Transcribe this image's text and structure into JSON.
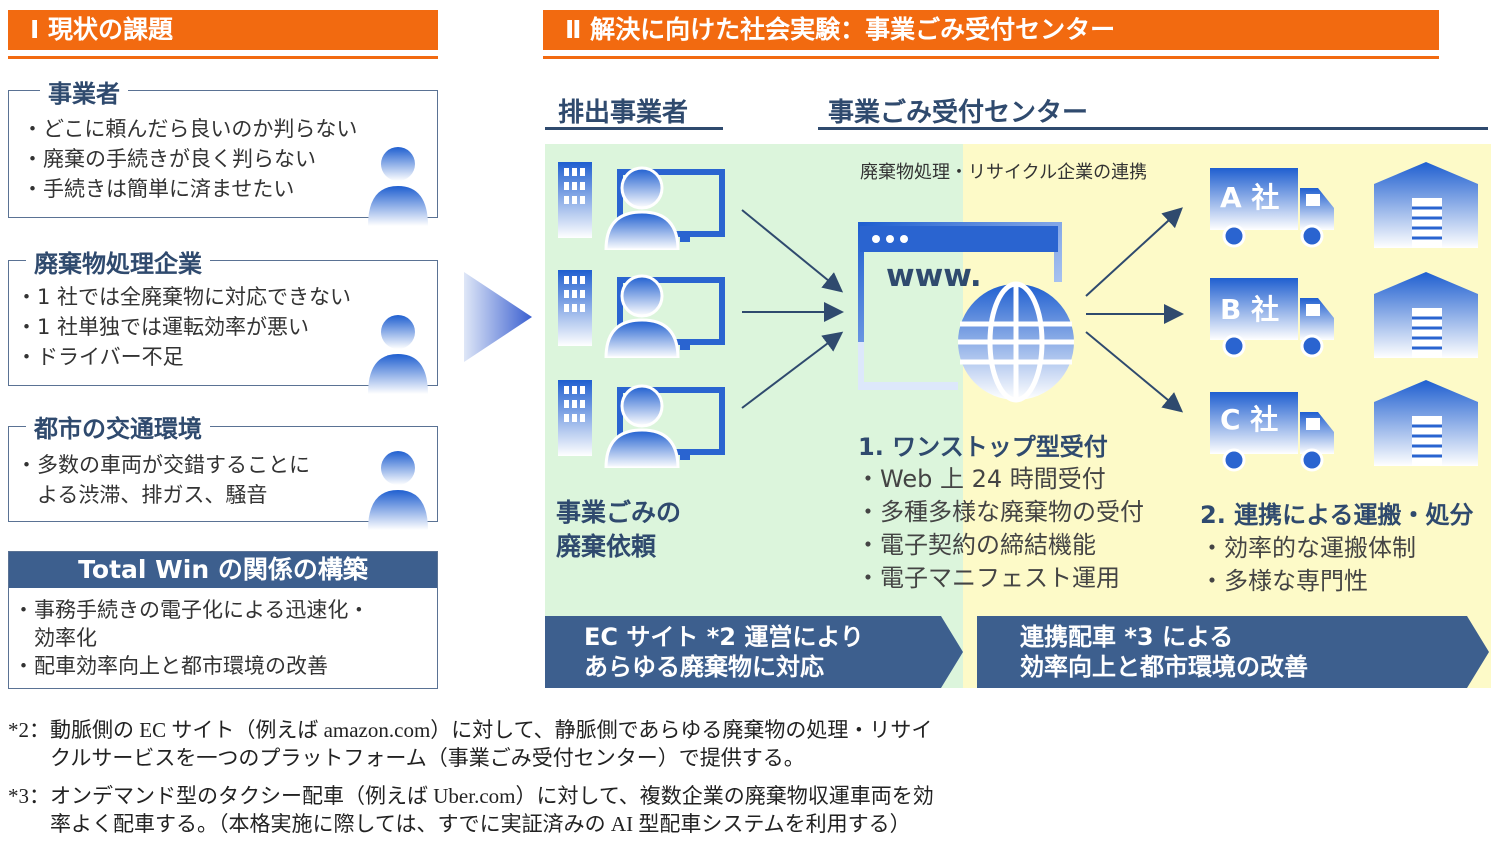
{
  "left_header": "Ⅰ 現状の課題",
  "right_header": "Ⅱ 解決に向けた社会実験：事業ごみ受付センター",
  "issues": [
    {
      "title": "事業者",
      "lines": [
        "・どこに頼んだら良いのか判らない",
        "・廃棄の手続きが良く判らない",
        "・手続きは簡単に済ませたい"
      ]
    },
    {
      "title": "廃棄物処理企業",
      "lines": [
        "・1 社では全廃棄物に対応できない",
        "・1 社単独では運転効率が悪い",
        "・ドライバー不足"
      ]
    },
    {
      "title": "都市の交通環境",
      "lines": [
        "・多数の車両が交錯することに",
        "　よる渋滞、排ガス、騒音"
      ]
    }
  ],
  "total_win": {
    "title": "Total Win の関係の構築",
    "lines": [
      "・事務手続きの電子化による迅速化・",
      "　効率化",
      "・配車効率向上と都市環境の改善"
    ]
  },
  "diagram": {
    "col_left": "排出事業者",
    "col_right": "事業ごみ受付センター",
    "caption_link": "廃棄物処理・リサイクル企業の連携",
    "www": "www.",
    "request": [
      "事業ごみの",
      "廃棄依頼"
    ],
    "func1": {
      "title": "1. ワンストップ型受付",
      "items": [
        "・Web 上 24 時間受付",
        "・多種多様な廃棄物の受付",
        "・電子契約の締結機能",
        "・電子マニフェスト運用"
      ]
    },
    "func2": {
      "title": "2. 連携による運搬・処分",
      "items": [
        "・効率的な運搬体制",
        "・多様な専門性"
      ]
    },
    "companies": [
      "A 社",
      "B 社",
      "C 社"
    ],
    "banner_left": [
      "EC サイト *2 運営により",
      "あらゆる廃棄物に対応"
    ],
    "banner_right": [
      "連携配車 *3 による",
      "効率向上と都市環境の改善"
    ]
  },
  "footnotes": [
    [
      "*2：動脈側の EC サイト（例えば amazon.com）に対して、静脈側であらゆる廃棄物の処理・リサイ",
      "　　クルサービスを一つのプラットフォーム（事業ごみ受付センター）で提供する。"
    ],
    [
      "*3：オンデマンド型のタクシー配車（例えば Uber.com）に対して、複数企業の廃棄物収運車両を効",
      "　　率よく配車する。（本格実施に際しては、すでに実証済みの AI 型配車システムを利用する）"
    ]
  ],
  "colors": {
    "accent_orange": "#f26a10",
    "navy": "#2f4a6e",
    "banner_blue": "#3d5f8e",
    "zone_green": "#dcf5dc",
    "zone_yellow": "#fdfac8"
  }
}
